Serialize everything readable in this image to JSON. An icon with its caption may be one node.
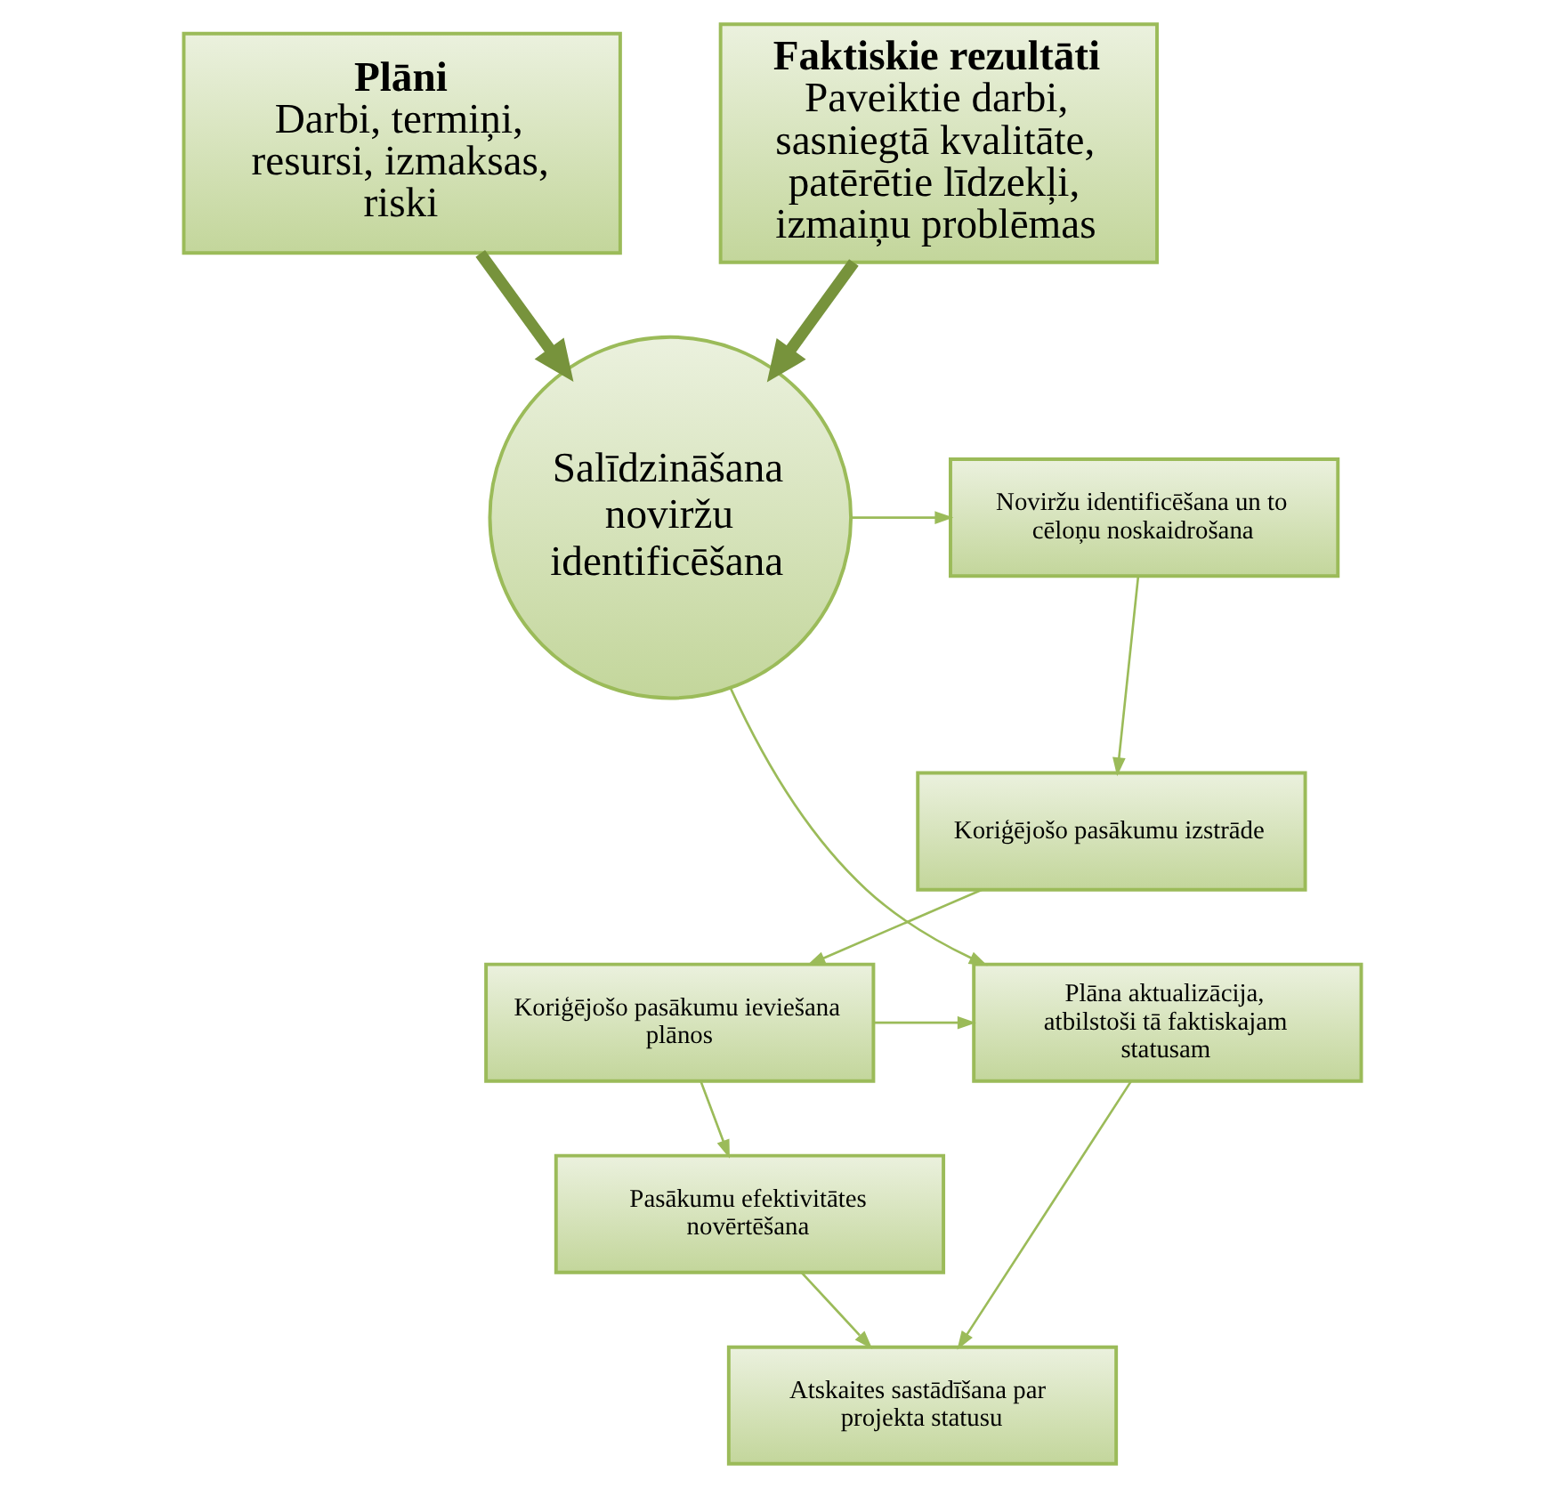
{
  "diagram": {
    "nodes": [
      {
        "text": [
          "Plāni",
          "Darbi, termiņi, resursi, izmaksas, riski"
        ]
      },
      {
        "text": [
          "Faktiskie rezultāti",
          "Paveiktie darbi, sasniegtā kvalitāte, patērētie līdzekļi, izmaiņu problēmas"
        ]
      },
      {
        "text": [
          "Salīdzināšana noviržu identificēšana"
        ]
      },
      {
        "text": [
          "Noviržu identificēšana un to cēloņu noskaidrošana"
        ]
      },
      {
        "text": [
          "Koriģējošo pasākumu izstrāde"
        ]
      },
      {
        "text": [
          "Plāna aktualizācija, atbilstoši tā faktiskajam statusam"
        ]
      },
      {
        "text": [
          "Koriģējošo pasākumu ieviešana plānos"
        ]
      },
      {
        "text": [
          "Pasākumu efektivitātes novērtēšana"
        ]
      },
      {
        "text": [
          "Atskaites sastādīšana par projekta statusu"
        ]
      }
    ],
    "edges": [
      {
        "from": 0,
        "to": 2,
        "arrow": "to",
        "style": "thick"
      },
      {
        "from": 1,
        "to": 2,
        "arrow": "to",
        "style": "thick"
      },
      {
        "from": 2,
        "to": 3,
        "arrow": "to"
      },
      {
        "from": 3,
        "to": 4,
        "arrow": "to"
      },
      {
        "from": 4,
        "to": 6,
        "arrow": "to"
      },
      {
        "from": 6,
        "to": 5,
        "arrow": "to"
      },
      {
        "from": 2,
        "to": 5,
        "arrow": "to"
      },
      {
        "from": 6,
        "to": 7,
        "arrow": "to"
      },
      {
        "from": 5,
        "to": 8,
        "arrow": "to"
      },
      {
        "from": 7,
        "to": 8,
        "arrow": "to"
      }
    ]
  }
}
